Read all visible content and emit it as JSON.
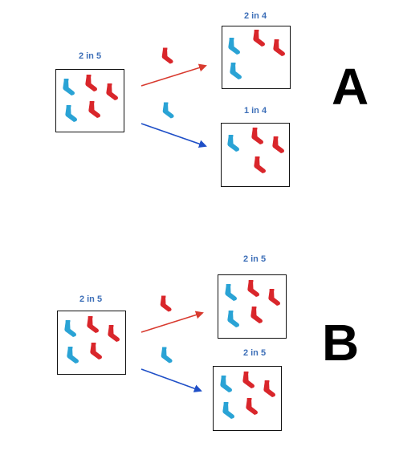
{
  "colors": {
    "red": "#d9262b",
    "blue": "#2aa3d5",
    "red_arrow": "#d83a2f",
    "blue_arrow": "#1f4fc7",
    "label": "#3d6fb8"
  },
  "scenarios": [
    {
      "letter": "A",
      "start": {
        "label": "2 in 5",
        "socks": [
          "blue",
          "red",
          "red",
          "blue",
          "red"
        ]
      },
      "red_draw": {
        "result_label": "2 in 4",
        "result_socks": [
          "blue",
          "red",
          "red",
          "blue"
        ]
      },
      "blue_draw": {
        "result_label": "1 in 4",
        "result_socks": [
          "blue",
          "red",
          "red",
          "red"
        ]
      }
    },
    {
      "letter": "B",
      "start": {
        "label": "2 in 5",
        "socks": [
          "blue",
          "red",
          "red",
          "blue",
          "red"
        ]
      },
      "red_draw": {
        "result_label": "2 in 5",
        "result_socks": [
          "blue",
          "red",
          "red",
          "blue",
          "red"
        ]
      },
      "blue_draw": {
        "result_label": "2 in 5",
        "result_socks": [
          "blue",
          "red",
          "red",
          "blue",
          "red"
        ]
      }
    }
  ],
  "icons": {
    "sock": "sock-icon",
    "arrow": "arrow-icon"
  }
}
